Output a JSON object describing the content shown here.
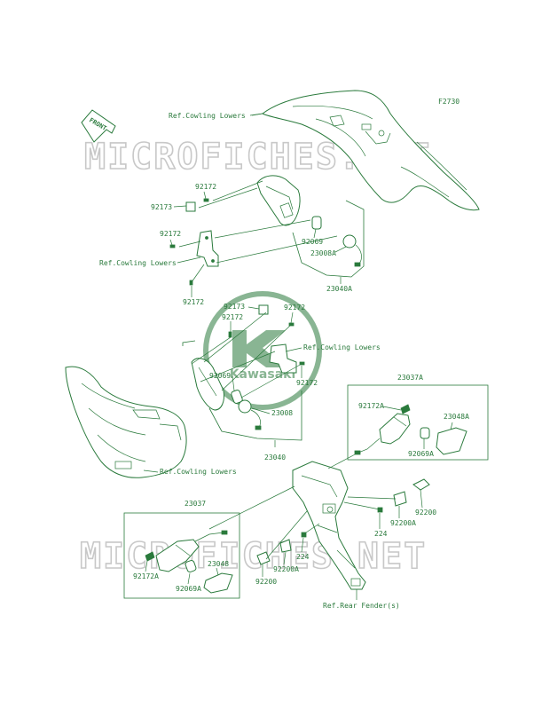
{
  "figure_code": "F2730",
  "front_arrow_label": "FRONT",
  "watermark": "MICROFICHES.NET",
  "brand_logo_text": "Kawasaki",
  "refs": {
    "cowling_lowers": "Ref.Cowling Lowers",
    "rear_fender": "Ref.Rear Fender(s)"
  },
  "parts": {
    "p92172": "92172",
    "p92173": "92173",
    "p92069": "92069",
    "p23008A": "23008A",
    "p23040A": "23040A",
    "p23008": "23008",
    "p23040": "23040",
    "p23037A": "23037A",
    "p92172A": "92172A",
    "p23048A": "23048A",
    "p92069A": "92069A",
    "p92200": "92200",
    "p92200A": "92200A",
    "p224": "224",
    "p23037": "23037",
    "p23048": "23048"
  },
  "colors": {
    "line": "#2a7a3c",
    "watermark": "#c8c8c8",
    "logo": "#2a7a3c"
  }
}
